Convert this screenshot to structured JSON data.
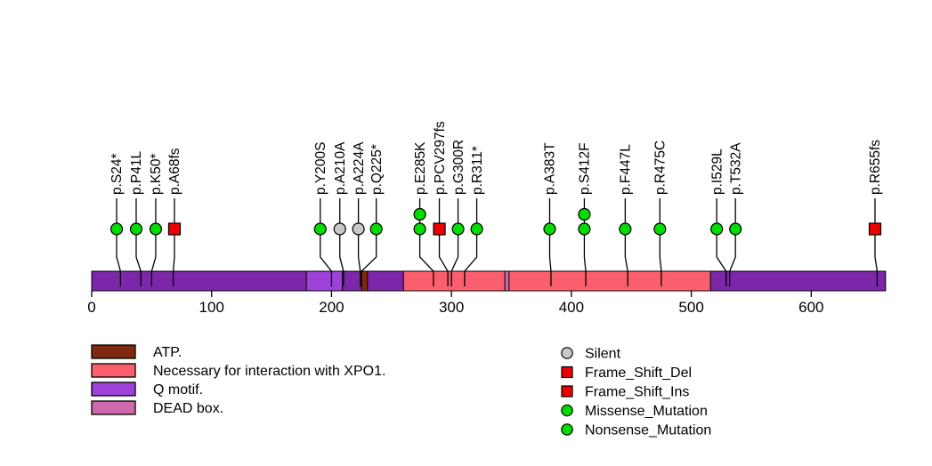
{
  "chart_data": {
    "type": "lollipop",
    "title": "",
    "xlabel": "",
    "xlim": [
      0,
      662
    ],
    "x_ticks": [
      0,
      100,
      200,
      300,
      400,
      500,
      600
    ],
    "protein_length": 662,
    "colors": {
      "backbone": "#7C27A9",
      "q_motif": "#9E41D9",
      "dead_box": "#CF67AD",
      "atp": "#7F2A10",
      "xpo1": "#FB5F6E",
      "missense": "#00DB00",
      "silent": "#C8C8C8",
      "frameshift": "#EE0000",
      "outline": "#000000"
    },
    "domains": [
      {
        "name": "Q motif.",
        "start": 179,
        "end": 209,
        "color_key": "q_motif"
      },
      {
        "name": "ATP.",
        "start": 225,
        "end": 230,
        "color_key": "atp"
      },
      {
        "name": "Necessary for interaction with XPO1.",
        "start": 260,
        "end": 516,
        "color_key": "xpo1"
      },
      {
        "name": "DEAD box.",
        "start": 344.5,
        "end": 348,
        "color_key": "dead_box"
      }
    ],
    "mutations": [
      {
        "label": "p.S24*",
        "pos": 24,
        "head": 20.8,
        "marker": "circle",
        "color_key": "missense",
        "count": 1
      },
      {
        "label": "p.P41L",
        "pos": 41,
        "head": 37.1,
        "marker": "circle",
        "color_key": "missense",
        "count": 1
      },
      {
        "label": "p.K50*",
        "pos": 50,
        "head": 53.4,
        "marker": "circle",
        "color_key": "missense",
        "count": 1
      },
      {
        "label": "p.A68fs",
        "pos": 68,
        "head": 69.0,
        "marker": "square",
        "color_key": "frameshift",
        "count": 1
      },
      {
        "label": "p.Y200S",
        "pos": 200,
        "head": 190.6,
        "marker": "circle",
        "color_key": "missense",
        "count": 1
      },
      {
        "label": "p.A210A",
        "pos": 210,
        "head": 206.9,
        "marker": "circle",
        "color_key": "silent",
        "count": 1
      },
      {
        "label": "p.A224A",
        "pos": 224,
        "head": 222.4,
        "marker": "circle",
        "color_key": "silent",
        "count": 1
      },
      {
        "label": "p.Q225*",
        "pos": 225,
        "head": 237.3,
        "marker": "circle",
        "color_key": "missense",
        "count": 1
      },
      {
        "label": "p.E285K",
        "pos": 285,
        "head": 273.6,
        "marker": "circle",
        "color_key": "missense",
        "count": 2
      },
      {
        "label": "p.PCV297fs",
        "pos": 297,
        "head": 289.9,
        "marker": "square",
        "color_key": "frameshift",
        "count": 1
      },
      {
        "label": "p.G300R",
        "pos": 300,
        "head": 305.5,
        "marker": "circle",
        "color_key": "missense",
        "count": 1
      },
      {
        "label": "p.R311*",
        "pos": 311,
        "head": 321.1,
        "marker": "circle",
        "color_key": "missense",
        "count": 1
      },
      {
        "label": "p.A383T",
        "pos": 383,
        "head": 381.9,
        "marker": "circle",
        "color_key": "missense",
        "count": 1
      },
      {
        "label": "p.S412F",
        "pos": 412,
        "head": 410.8,
        "marker": "circle",
        "color_key": "missense",
        "count": 2
      },
      {
        "label": "p.F447L",
        "pos": 447,
        "head": 444.9,
        "marker": "circle",
        "color_key": "missense",
        "count": 1
      },
      {
        "label": "p.R475C",
        "pos": 475,
        "head": 473.8,
        "marker": "circle",
        "color_key": "missense",
        "count": 1
      },
      {
        "label": "p.I529L",
        "pos": 529,
        "head": 521.2,
        "marker": "circle",
        "color_key": "missense",
        "count": 1
      },
      {
        "label": "p.T532A",
        "pos": 532,
        "head": 536.8,
        "marker": "circle",
        "color_key": "missense",
        "count": 1
      },
      {
        "label": "p.R655fs",
        "pos": 655,
        "head": 653.2,
        "marker": "square",
        "color_key": "frameshift",
        "count": 1
      }
    ],
    "legend_left": [
      {
        "label": "ATP.",
        "color_key": "atp"
      },
      {
        "label": "Necessary for interaction with XPO1.",
        "color_key": "xpo1"
      },
      {
        "label": "Q motif.",
        "color_key": "q_motif"
      },
      {
        "label": "DEAD box.",
        "color_key": "dead_box"
      }
    ],
    "legend_right": [
      {
        "label": "Silent",
        "marker": "circle",
        "color_key": "silent"
      },
      {
        "label": "Frame_Shift_Del",
        "marker": "square",
        "color_key": "frameshift"
      },
      {
        "label": "Frame_Shift_Ins",
        "marker": "square",
        "color_key": "frameshift"
      },
      {
        "label": "Missense_Mutation",
        "marker": "circle",
        "color_key": "missense"
      },
      {
        "label": "Nonsense_Mutation",
        "marker": "circle",
        "color_key": "missense"
      }
    ]
  }
}
